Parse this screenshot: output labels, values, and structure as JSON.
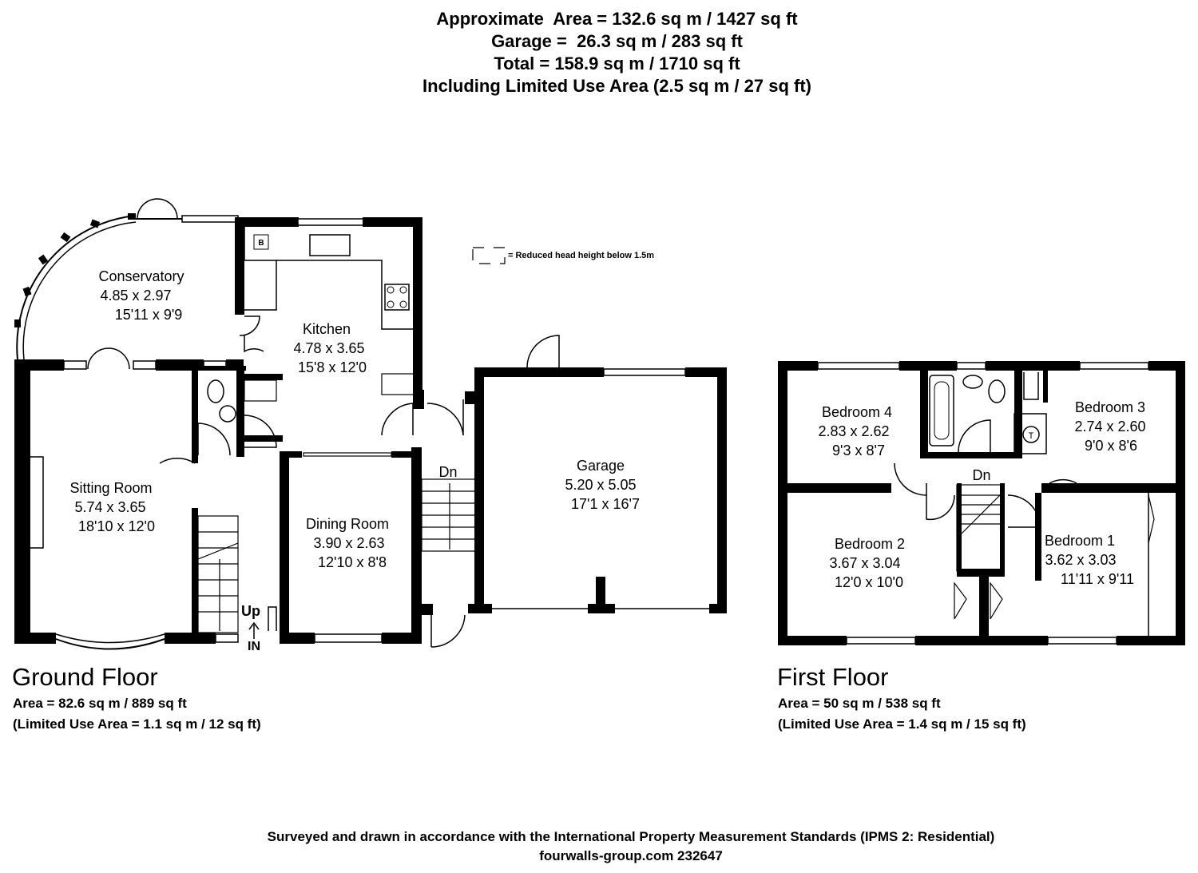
{
  "header": {
    "line1": "Approximate  Area = 132.6 sq m / 1427 sq ft",
    "line2": "Garage =  26.3 sq m / 283 sq ft",
    "line3": "Total = 158.9 sq m / 1710 sq ft",
    "line4": "Including Limited Use Area (2.5 sq m / 27 sq ft)"
  },
  "legend": {
    "text": "= Reduced head height below 1.5m"
  },
  "ground_floor": {
    "title": "Ground Floor",
    "area": "Area = 82.6 sq m / 889 sq ft",
    "limited": "(Limited Use Area = 1.1 sq m / 12 sq ft)",
    "rooms": [
      {
        "name": "Conservatory",
        "metric": "4.85 x 2.97",
        "imperial": "15'11 x 9'9"
      },
      {
        "name": "Kitchen",
        "metric": "4.78 x 3.65",
        "imperial": "15'8 x 12'0"
      },
      {
        "name": "Sitting Room",
        "metric": "5.74 x 3.65",
        "imperial": "18'10 x 12'0"
      },
      {
        "name": "Dining Room",
        "metric": "3.90 x 2.63",
        "imperial": "12'10 x 8'8"
      },
      {
        "name": "Garage",
        "metric": "5.20 x 5.05",
        "imperial": "17'1 x 16'7"
      }
    ],
    "stair_up": "Up",
    "stair_down": "Dn",
    "entrance": "IN",
    "boiler": "B"
  },
  "first_floor": {
    "title": "First Floor",
    "area": "Area = 50 sq m / 538 sq ft",
    "limited": "(Limited Use Area = 1.4 sq m / 15 sq ft)",
    "rooms": [
      {
        "name": "Bedroom 4",
        "metric": "2.83 x 2.62",
        "imperial": "9'3 x 8'7"
      },
      {
        "name": "Bedroom 3",
        "metric": "2.74 x 2.60",
        "imperial": "9'0 x 8'6"
      },
      {
        "name": "Bedroom 2",
        "metric": "3.67 x 3.04",
        "imperial": "12'0 x 10'0"
      },
      {
        "name": "Bedroom 1",
        "metric": "3.62 x 3.03",
        "imperial": "11'11 x 9'11"
      }
    ],
    "stair_down": "Dn",
    "tank": "T"
  },
  "footer": {
    "line1": "Surveyed and drawn in accordance with the International Property Measurement Standards (IPMS 2: Residential)",
    "line2": "fourwalls-group.com 232647"
  }
}
